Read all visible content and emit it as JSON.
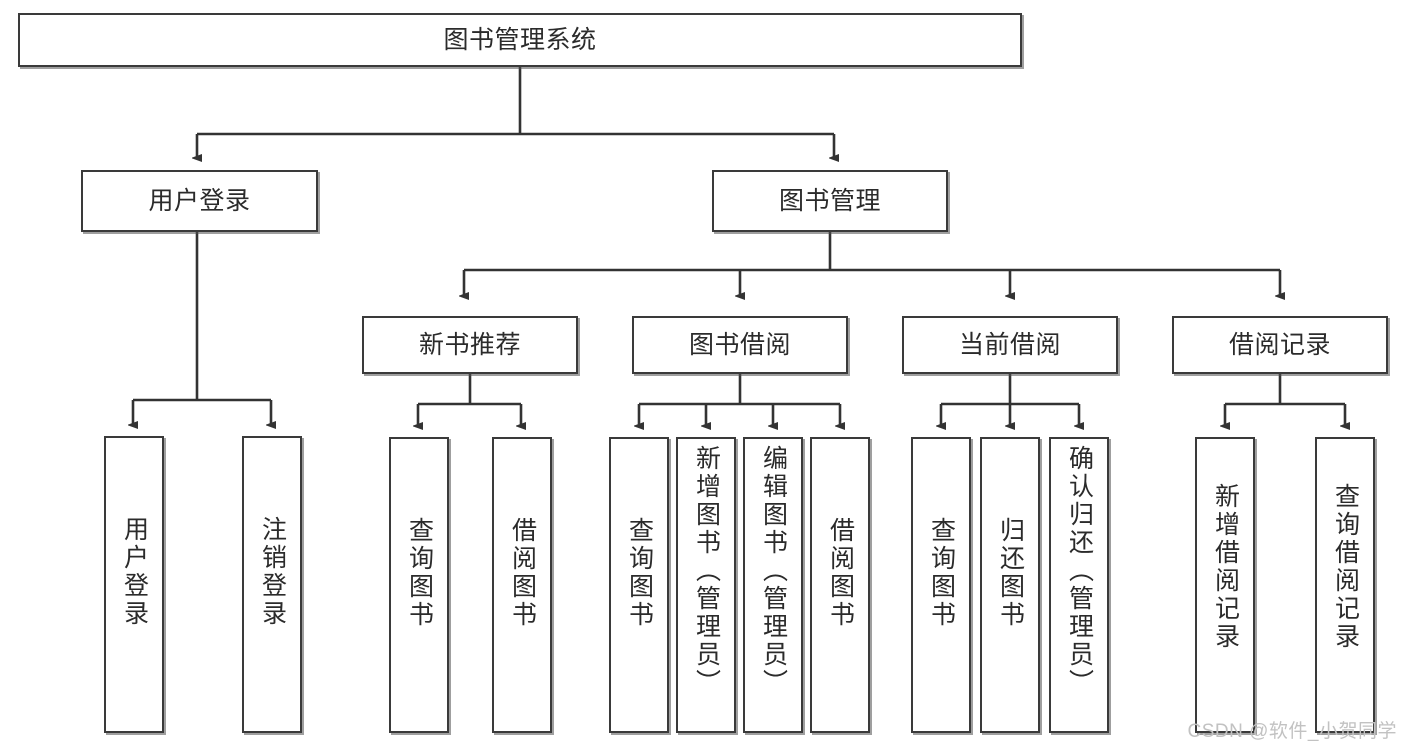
{
  "diagram": {
    "title": "图书管理系统",
    "type": "hierarchy-tree",
    "watermark": "CSDN @软件_小贺同学",
    "colors": {
      "box_border": "#3a3a3a",
      "box_fill": "#ffffff",
      "edge": "#333333",
      "text": "#2b2b2b",
      "watermark": "#c2c2c2"
    },
    "nodes": {
      "root": {
        "label": "图书管理系统",
        "level": 1,
        "orientation": "horizontal"
      },
      "l2": [
        {
          "id": "user-login",
          "label": "用户登录",
          "level": 2,
          "orientation": "horizontal"
        },
        {
          "id": "book-manage",
          "label": "图书管理",
          "level": 2,
          "orientation": "horizontal"
        }
      ],
      "l3": [
        {
          "id": "new-book-rec",
          "label": "新书推荐",
          "level": 3,
          "orientation": "horizontal",
          "parent": "book-manage"
        },
        {
          "id": "book-borrow",
          "label": "图书借阅",
          "level": 3,
          "orientation": "horizontal",
          "parent": "book-manage"
        },
        {
          "id": "current-borrow",
          "label": "当前借阅",
          "level": 3,
          "orientation": "horizontal",
          "parent": "book-manage"
        },
        {
          "id": "borrow-record",
          "label": "借阅记录",
          "level": 3,
          "orientation": "horizontal",
          "parent": "book-manage"
        }
      ],
      "leaves": [
        {
          "id": "leaf-user-login",
          "label": "用户登录",
          "parent": "user-login",
          "orientation": "vertical"
        },
        {
          "id": "leaf-logout",
          "label": "注销登录",
          "parent": "user-login",
          "orientation": "vertical"
        },
        {
          "id": "leaf-query-book-1",
          "label": "查询图书",
          "parent": "new-book-rec",
          "orientation": "vertical"
        },
        {
          "id": "leaf-borrow-book-1",
          "label": "借阅图书",
          "parent": "new-book-rec",
          "orientation": "vertical"
        },
        {
          "id": "leaf-query-book-2",
          "label": "查询图书",
          "parent": "book-borrow",
          "orientation": "vertical"
        },
        {
          "id": "leaf-add-book",
          "label": "新增图书（管理员）",
          "parent": "book-borrow",
          "orientation": "vertical"
        },
        {
          "id": "leaf-edit-book",
          "label": "编辑图书（管理员）",
          "parent": "book-borrow",
          "orientation": "vertical"
        },
        {
          "id": "leaf-borrow-book-2",
          "label": "借阅图书",
          "parent": "book-borrow",
          "orientation": "vertical"
        },
        {
          "id": "leaf-query-book-3",
          "label": "查询图书",
          "parent": "current-borrow",
          "orientation": "vertical"
        },
        {
          "id": "leaf-return-book",
          "label": "归还图书",
          "parent": "current-borrow",
          "orientation": "vertical"
        },
        {
          "id": "leaf-confirm-return",
          "label": "确认归还（管理员）",
          "parent": "current-borrow",
          "orientation": "vertical"
        },
        {
          "id": "leaf-add-record",
          "label": "新增借阅记录",
          "parent": "borrow-record",
          "orientation": "vertical"
        },
        {
          "id": "leaf-query-record",
          "label": "查询借阅记录",
          "parent": "borrow-record",
          "orientation": "vertical"
        }
      ]
    }
  }
}
